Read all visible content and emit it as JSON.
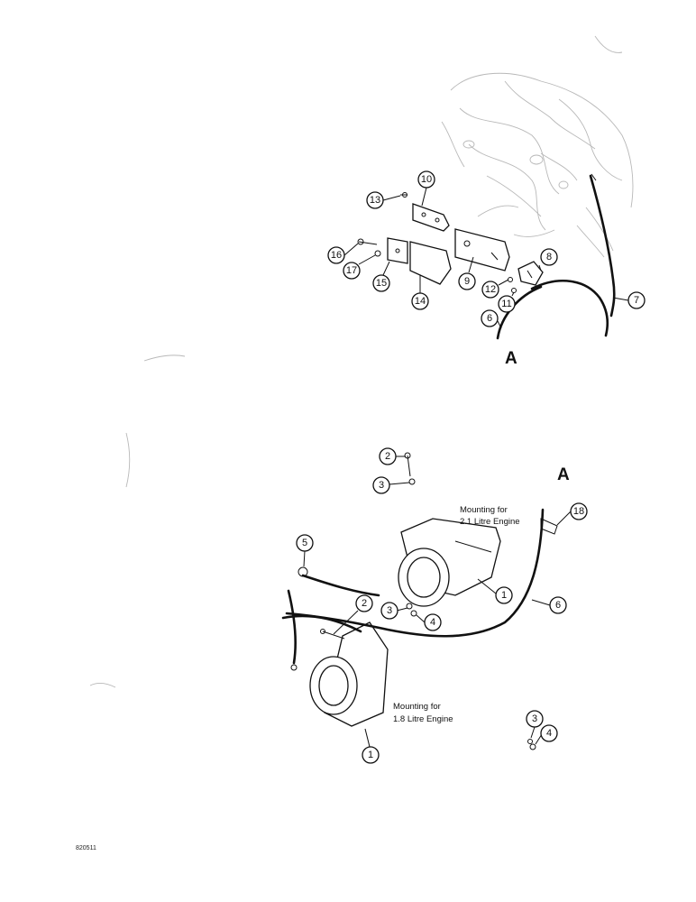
{
  "figure": {
    "id": "820511"
  },
  "labels": {
    "mount_21": [
      "Mounting for",
      "2.1 Litre Engine"
    ],
    "mount_18": [
      "Mounting for",
      "1.8 Litre Engine"
    ],
    "ref_a_top": "A",
    "ref_a_bottom": "A"
  },
  "callouts": [
    "10",
    "13",
    "16",
    "17",
    "15",
    "14",
    "9",
    "12",
    "11",
    "8",
    "7",
    "6",
    "2",
    "3",
    "5",
    "18",
    "1",
    "6",
    "4",
    "3",
    "2",
    "1",
    "3",
    "4"
  ]
}
